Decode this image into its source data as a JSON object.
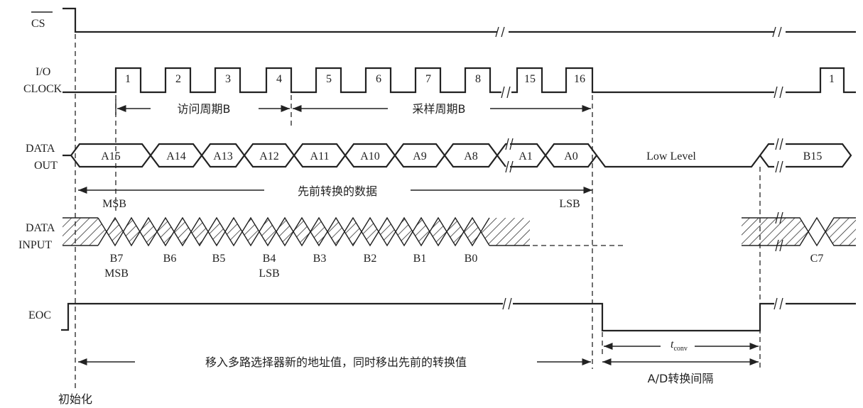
{
  "signals": {
    "cs": "CS",
    "io_clock_line1": "I/O",
    "io_clock_line2": "CLOCK",
    "data_out_line1": "DATA",
    "data_out_line2": "OUT",
    "data_input_line1": "DATA",
    "data_input_line2": "INPUT",
    "eoc": "EOC"
  },
  "clock_pulses": [
    "1",
    "2",
    "3",
    "4",
    "5",
    "6",
    "7",
    "8",
    "15",
    "16",
    "1"
  ],
  "periods": {
    "access": "访问周期B",
    "sample": "采样周期B"
  },
  "data_out": {
    "bits": [
      "A15",
      "A14",
      "A13",
      "A12",
      "A11",
      "A10",
      "A9",
      "A8",
      "A1",
      "A0"
    ],
    "low_level": "Low Level",
    "next_bit": "B15",
    "prev_data_label": "先前转换的数据",
    "msb": "MSB",
    "lsb": "LSB"
  },
  "data_input": {
    "bits": [
      "B7",
      "B6",
      "B5",
      "B4",
      "B3",
      "B2",
      "B1",
      "B0"
    ],
    "b7_sub": "MSB",
    "b4_sub": "LSB",
    "next_bit": "C7"
  },
  "bottom": {
    "shift_label": "移入多路选择器新的地址值，同时移出先前的转换值",
    "conversion_label": "A/D转换间隔",
    "tconv_t": "t",
    "tconv_sub": "conv",
    "init_label": "初始化"
  }
}
